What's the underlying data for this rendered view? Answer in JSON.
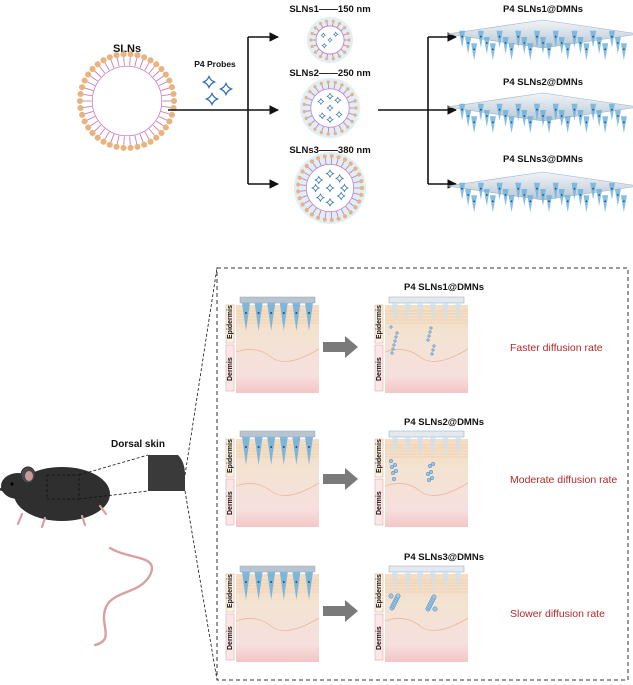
{
  "top": {
    "sln_label": "SLNs",
    "probe_label": "P4 Probes",
    "variants": [
      {
        "name": "SLNs1——150 nm",
        "dmn": "P4 SLNs1@DMNs"
      },
      {
        "name": "SLNs2——250 nm",
        "dmn": "P4 SLNs2@DMNs"
      },
      {
        "name": "SLNs3——380 nm",
        "dmn": "P4 SLNs3@DMNs"
      }
    ]
  },
  "bottom": {
    "dorsal_label": "Dorsal skin",
    "layer_epidermis": "Epidermis",
    "layer_dermis": "Dermis",
    "rows": [
      {
        "dmn": "P4 SLNs1@DMNs",
        "rate": "Faster  diffusion rate"
      },
      {
        "dmn": "P4 SLNs2@DMNs",
        "rate": "Moderate  diffusion rate"
      },
      {
        "dmn": "P4 SLNs3@DMNs",
        "rate": "Slower  diffusion rate"
      }
    ]
  },
  "colors": {
    "arrow": "#111111",
    "gray_arrow": "#7a7a7a",
    "lipid_head": "#e9b27e",
    "lipid_tail": "#c77fb8",
    "particle_fill": "#dcecf7",
    "probe": "#2f6fb0",
    "needle": "#6fb3dd",
    "rate_text": "#b22a2a"
  }
}
